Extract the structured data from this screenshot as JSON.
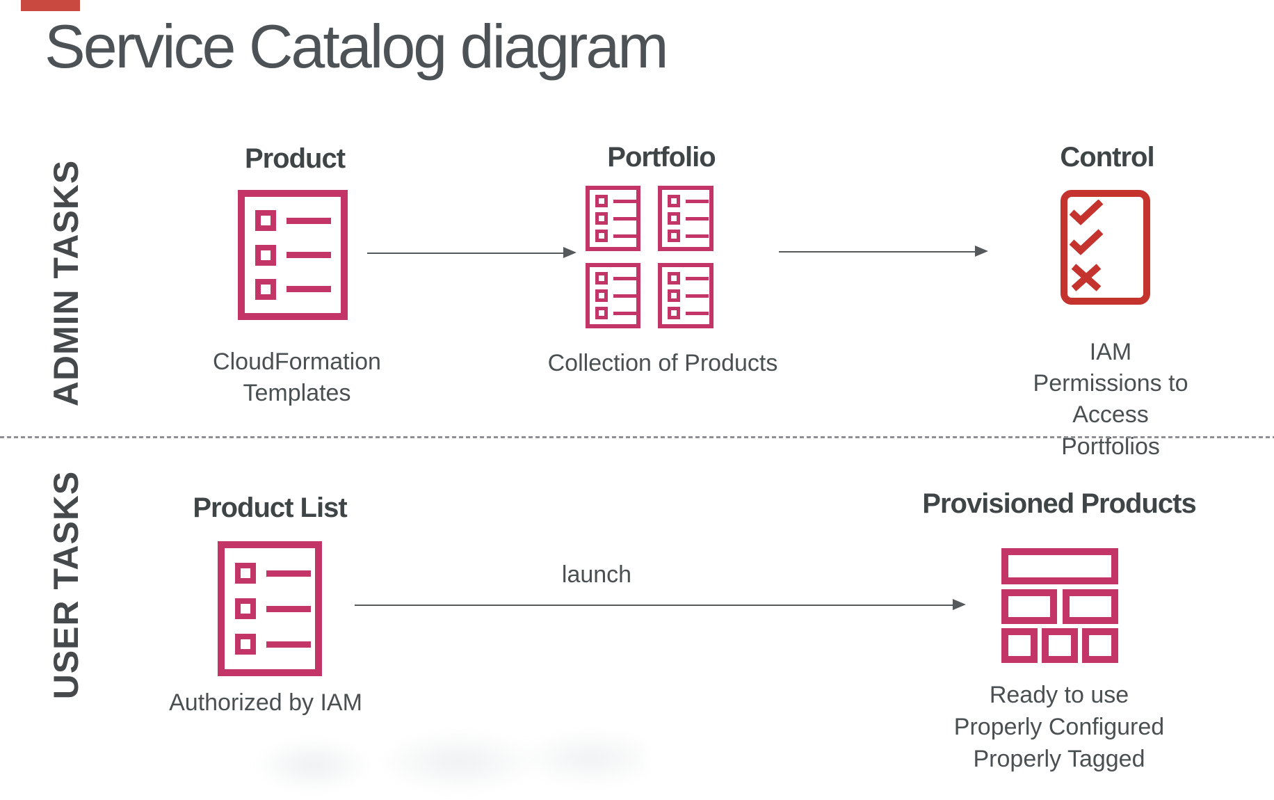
{
  "slide": {
    "title": "Service Catalog diagram"
  },
  "colors": {
    "accent_bar_red": "#c9483f",
    "heading_text": "#3f4447",
    "body_text": "#4a4f52",
    "product_pink": "#c23566",
    "control_red": "#c4332e",
    "arrow_gray": "#55595c",
    "divider_gray": "#8e9093"
  },
  "admin_row": {
    "label": "ADMIN TASKS",
    "product": {
      "heading": "Product",
      "caption": "CloudFormation\nTemplates",
      "icon": "product-list-document-icon"
    },
    "portfolio": {
      "heading": "Portfolio",
      "caption": "Collection of Products",
      "icon": "portfolio-four-products-icon"
    },
    "control": {
      "heading": "Control",
      "caption": "IAM Permissions to\nAccess Portfolios",
      "icon": "checklist-checks-icon"
    }
  },
  "user_row": {
    "label": "USER TASKS",
    "product_list": {
      "heading": "Product List",
      "caption": "Authorized by IAM",
      "icon": "product-list-document-icon"
    },
    "launch_arrow_label": "launch",
    "provisioned": {
      "heading": "Provisioned Products",
      "caption": "Ready to use\nProperly Configured\nProperly Tagged",
      "icon": "provisioned-products-stack-icon"
    }
  }
}
